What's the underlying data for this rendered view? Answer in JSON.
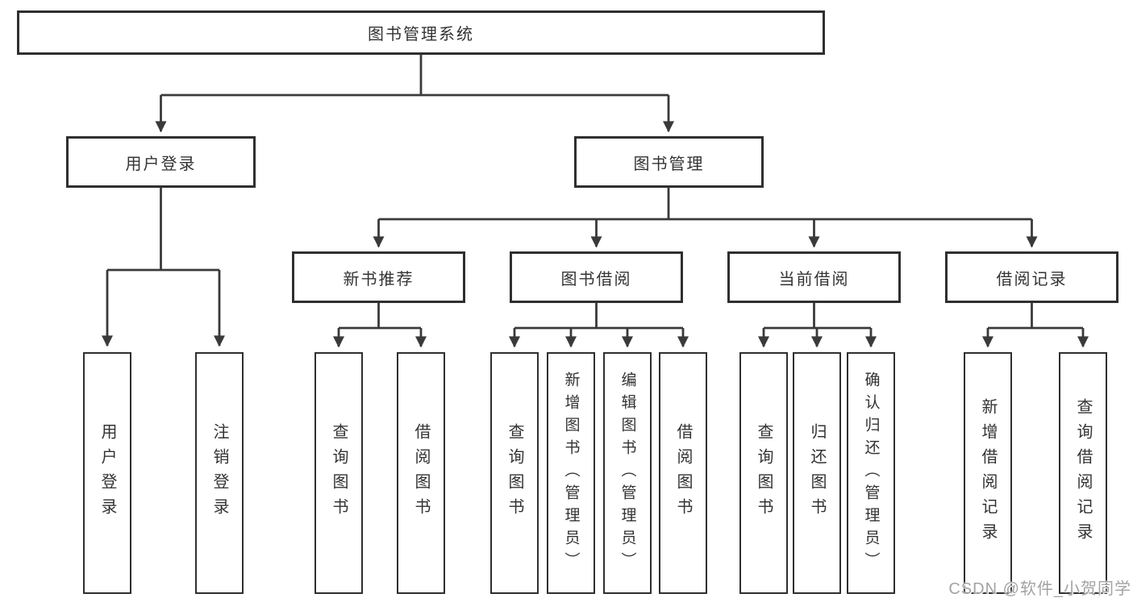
{
  "diagram_type": "hierarchy-tree",
  "colors": {
    "line": "#3a3a3a",
    "box_border": "#2f2f2f",
    "text": "#333333",
    "background": "#ffffff",
    "watermark": "#a3a3a3"
  },
  "tree": {
    "root": {
      "label": "图书管理系统"
    },
    "branches": [
      {
        "label": "用户登录",
        "children": [
          {
            "label": "用户登录"
          },
          {
            "label": "注销登录"
          }
        ]
      },
      {
        "label": "图书管理",
        "children": [
          {
            "label": "新书推荐",
            "children": [
              {
                "label": "查询图书"
              },
              {
                "label": "借阅图书"
              }
            ]
          },
          {
            "label": "图书借阅",
            "children": [
              {
                "label": "查询图书"
              },
              {
                "label": "新增图书（管理员）"
              },
              {
                "label": "编辑图书（管理员）"
              },
              {
                "label": "借阅图书"
              }
            ]
          },
          {
            "label": "当前借阅",
            "children": [
              {
                "label": "查询图书"
              },
              {
                "label": "归还图书"
              },
              {
                "label": "确认归还（管理员）"
              }
            ]
          },
          {
            "label": "借阅记录",
            "children": [
              {
                "label": "新增借阅记录"
              },
              {
                "label": "查询借阅记录"
              }
            ]
          }
        ]
      }
    ]
  },
  "watermark": {
    "text": "CSDN @软件_小贺同学"
  }
}
